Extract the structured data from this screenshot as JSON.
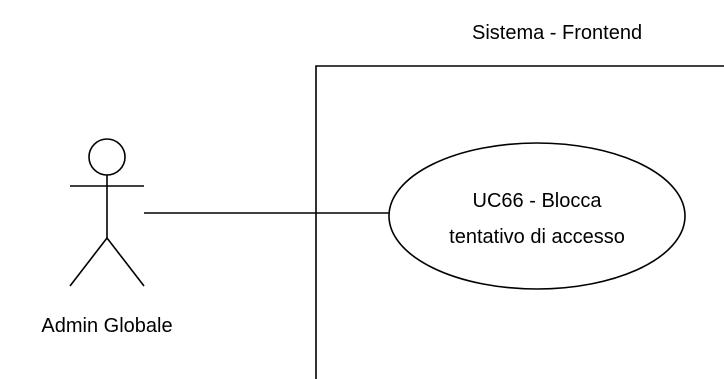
{
  "system": {
    "title": "Sistema - Frontend"
  },
  "actor": {
    "name": "Admin Globale"
  },
  "use_case": {
    "line1": "UC66 - Blocca",
    "line2": "tentativo di accesso"
  },
  "colors": {
    "stroke": "#000000",
    "fill": "#ffffff",
    "text": "#000000"
  }
}
